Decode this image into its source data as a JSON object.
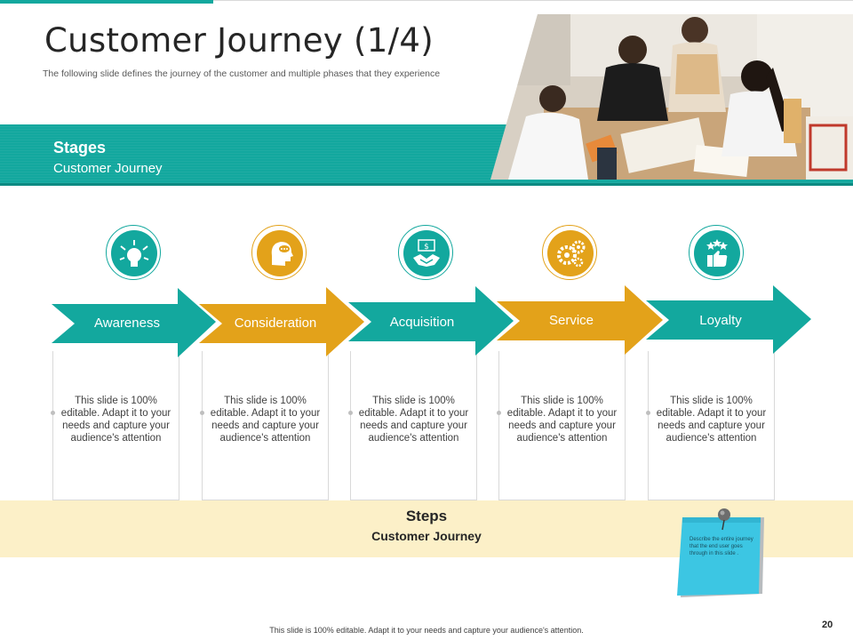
{
  "header": {
    "title": "Customer Journey (1/4)",
    "subtitle": "The following slide defines the journey of the customer and multiple phases that they experience"
  },
  "stages_band": {
    "title": "Stages",
    "subtitle": "Customer Journey"
  },
  "colors": {
    "teal": "#13a89e",
    "gold": "#e3a21a",
    "steps_band": "#fcf0c8",
    "note": "#3cc6e3"
  },
  "journey": [
    {
      "label": "Awareness",
      "color": "teal",
      "icon": "idea-head-icon",
      "text": "This slide is 100% editable. Adapt it to your needs and capture your audience's attention"
    },
    {
      "label": "Consideration",
      "color": "gold",
      "icon": "thinking-head-icon",
      "text": "This slide is 100% editable. Adapt it to your needs and capture your audience's attention"
    },
    {
      "label": "Acquisition",
      "color": "teal",
      "icon": "handshake-money-icon",
      "text": "This slide is 100% editable. Adapt it to your needs and capture your audience's attention"
    },
    {
      "label": "Service",
      "color": "gold",
      "icon": "gears-icon",
      "text": "This slide is 100% editable. Adapt it to your needs and capture your audience's attention"
    },
    {
      "label": "Loyalty",
      "color": "teal",
      "icon": "thumbs-up-stars-icon",
      "text": "This slide is 100% editable. Adapt it to your needs and capture your audience's attention"
    }
  ],
  "steps_band": {
    "title": "Steps",
    "subtitle": "Customer Journey"
  },
  "sticky_note": {
    "text": "Describe the entire journey that the end user goes through in this slide ."
  },
  "footer": {
    "text": "This slide is 100% editable.  Adapt it to your needs and capture your audience's attention.",
    "page_number": "20"
  }
}
